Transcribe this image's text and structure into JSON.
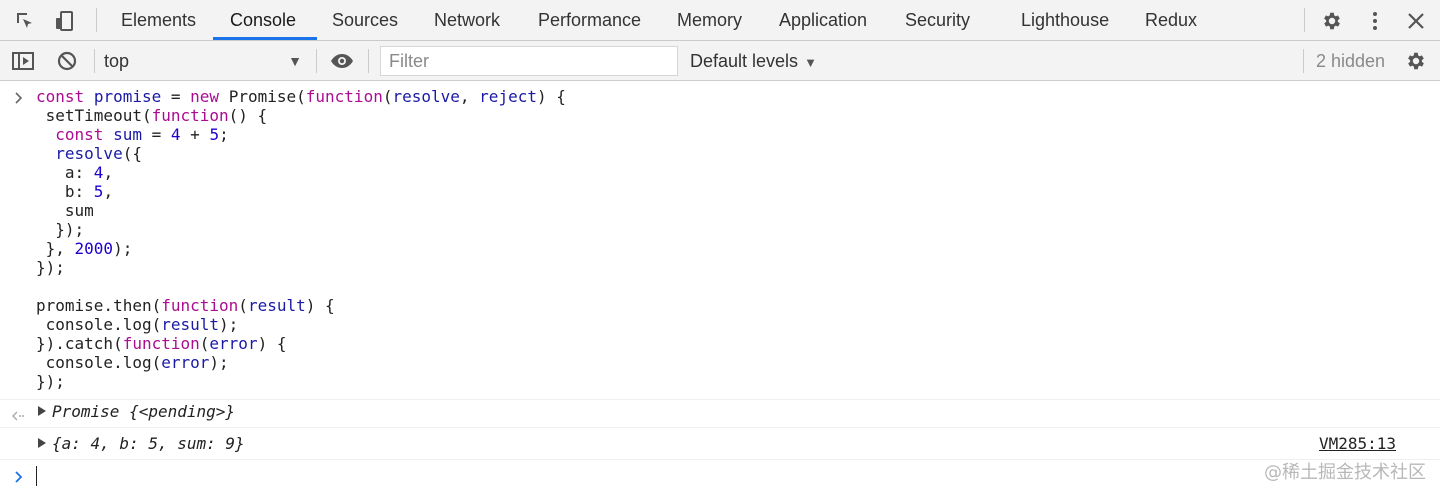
{
  "tabbar": {
    "tabs": [
      {
        "label": "Elements"
      },
      {
        "label": "Console",
        "active": true
      },
      {
        "label": "Sources"
      },
      {
        "label": "Network"
      },
      {
        "label": "Performance"
      },
      {
        "label": "Memory"
      },
      {
        "label": "Application"
      },
      {
        "label": "Security"
      },
      {
        "label": "Lighthouse"
      },
      {
        "label": "Redux"
      }
    ],
    "left_icons": [
      "inspect-element-icon",
      "device-toolbar-icon"
    ],
    "right_icons": [
      "gear-icon",
      "kebab-menu-icon",
      "close-icon"
    ]
  },
  "toolbar": {
    "context": "top",
    "filter_placeholder": "Filter",
    "levels_label": "Default levels",
    "hidden_label": "2 hidden",
    "icons": [
      "sidebar-toggle-icon",
      "clear-console-icon",
      "eye-icon",
      "gear-icon"
    ]
  },
  "console": {
    "input_lines": [
      "const promise = new Promise(function(resolve, reject) {",
      " setTimeout(function() {",
      "  const sum = 4 + 5;",
      "  resolve({",
      "   a: 4,",
      "   b: 5,",
      "   sum",
      "  });",
      " }, 2000);",
      "});",
      "",
      "promise.then(function(result) {",
      " console.log(result);",
      "}).catch(function(error) {",
      " console.log(error);",
      "});"
    ],
    "return_value": "Promise {<pending>}",
    "log_value": "{a: 4, b: 5, sum: 9}",
    "log_source": "VM285:13"
  },
  "watermark": "@稀土掘金技术社区",
  "colors": {
    "accent": "#1a73e8",
    "keyword": "#aa0d91",
    "variable": "#1c00cf",
    "number": "#1c00cf"
  }
}
